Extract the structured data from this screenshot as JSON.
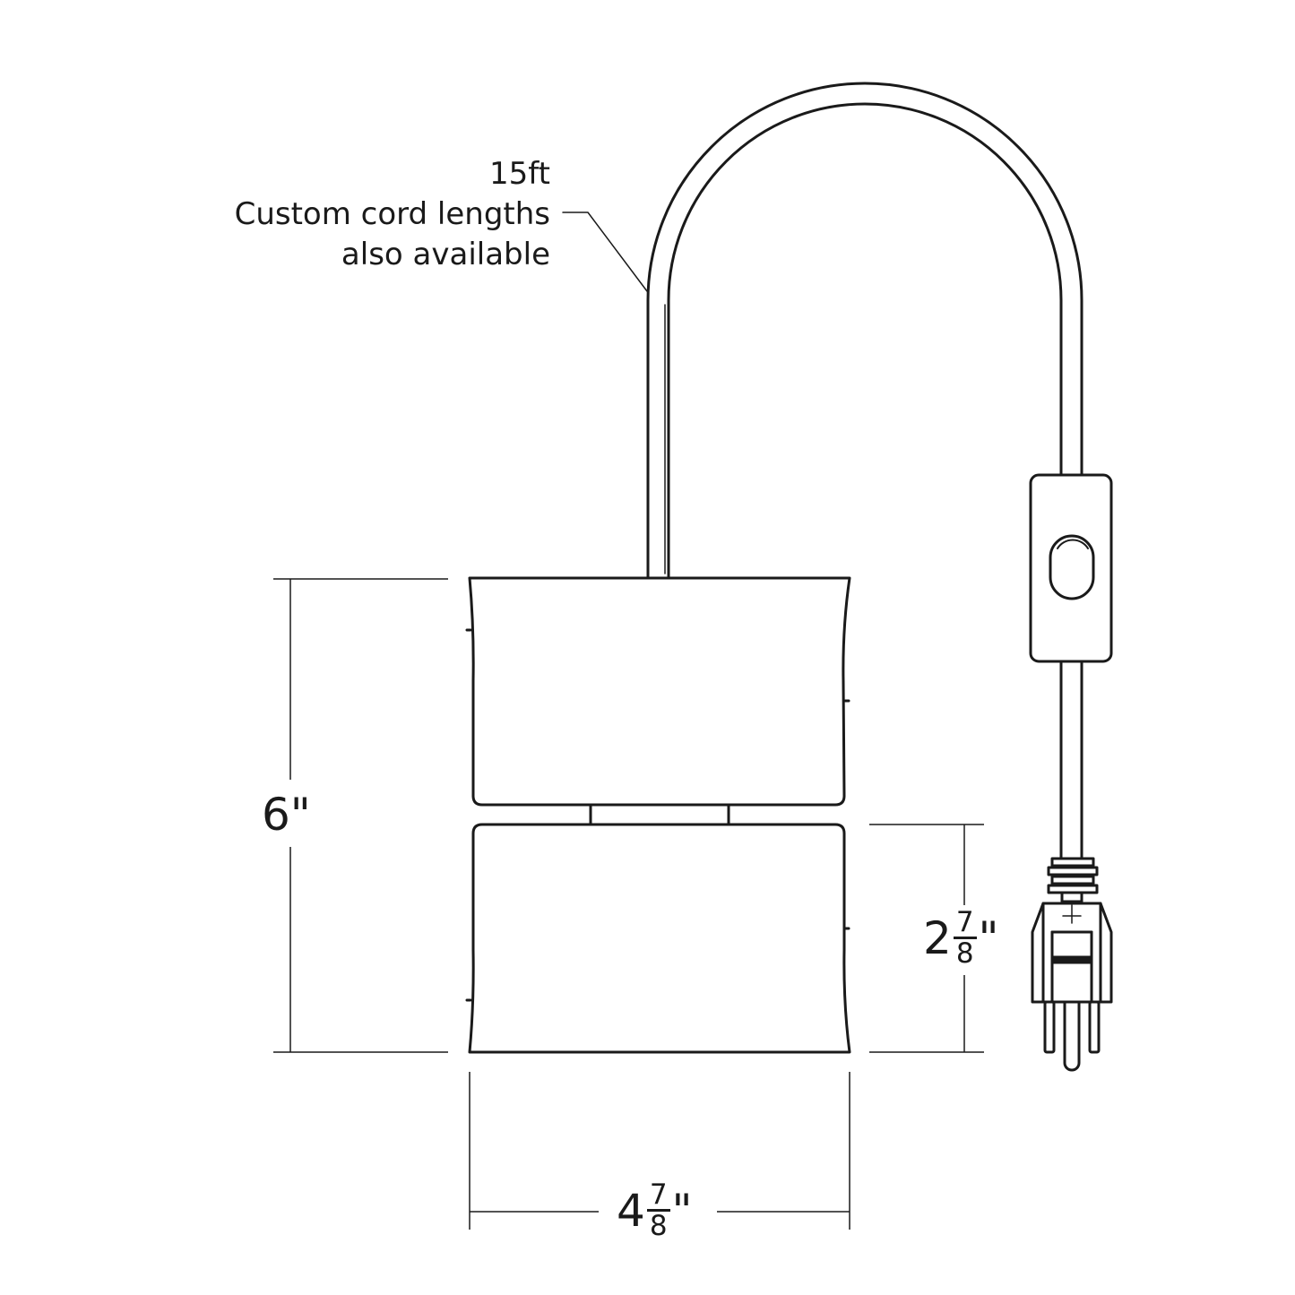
{
  "cord_note": {
    "line1": "15ft",
    "line2": "Custom cord lengths",
    "line3": "also available"
  },
  "dimensions": {
    "height": "6\"",
    "lower_height": {
      "whole": "2",
      "numerator": "7",
      "denominator": "8",
      "unit": "\""
    },
    "width": {
      "whole": "4",
      "numerator": "7",
      "denominator": "8",
      "unit": "\""
    }
  },
  "colors": {
    "line": "#1a1a1a",
    "background": "#ffffff"
  }
}
